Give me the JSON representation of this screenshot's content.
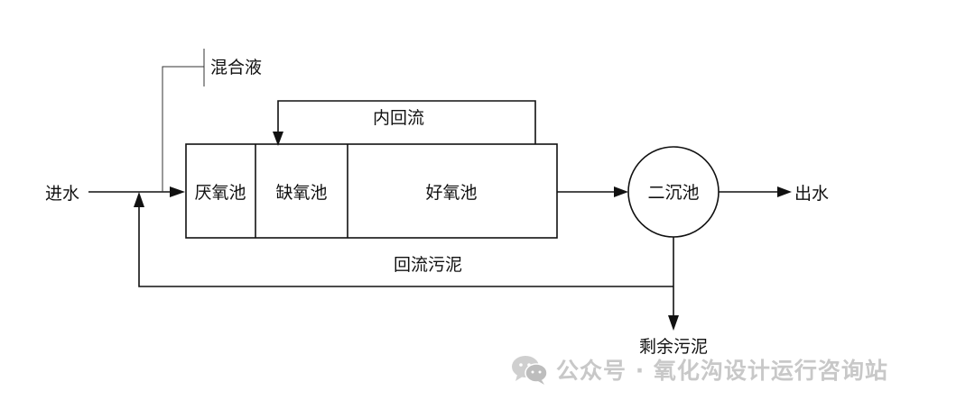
{
  "labels": {
    "inflow": "进水",
    "mixed_liquor": "混合液",
    "internal_recycle": "内回流",
    "anaerobic_tank": "厌氧池",
    "anoxic_tank": "缺氧池",
    "aerobic_tank": "好氧池",
    "secondary_clarifier": "二沉池",
    "outflow": "出水",
    "return_sludge": "回流污泥",
    "excess_sludge": "剩余污泥"
  },
  "watermark": {
    "text": "公众号 · 氧化沟设计运行咨询站",
    "icon": "wechat-icon"
  },
  "colors": {
    "line": "#111111",
    "watermark": "#c8c8c8"
  }
}
